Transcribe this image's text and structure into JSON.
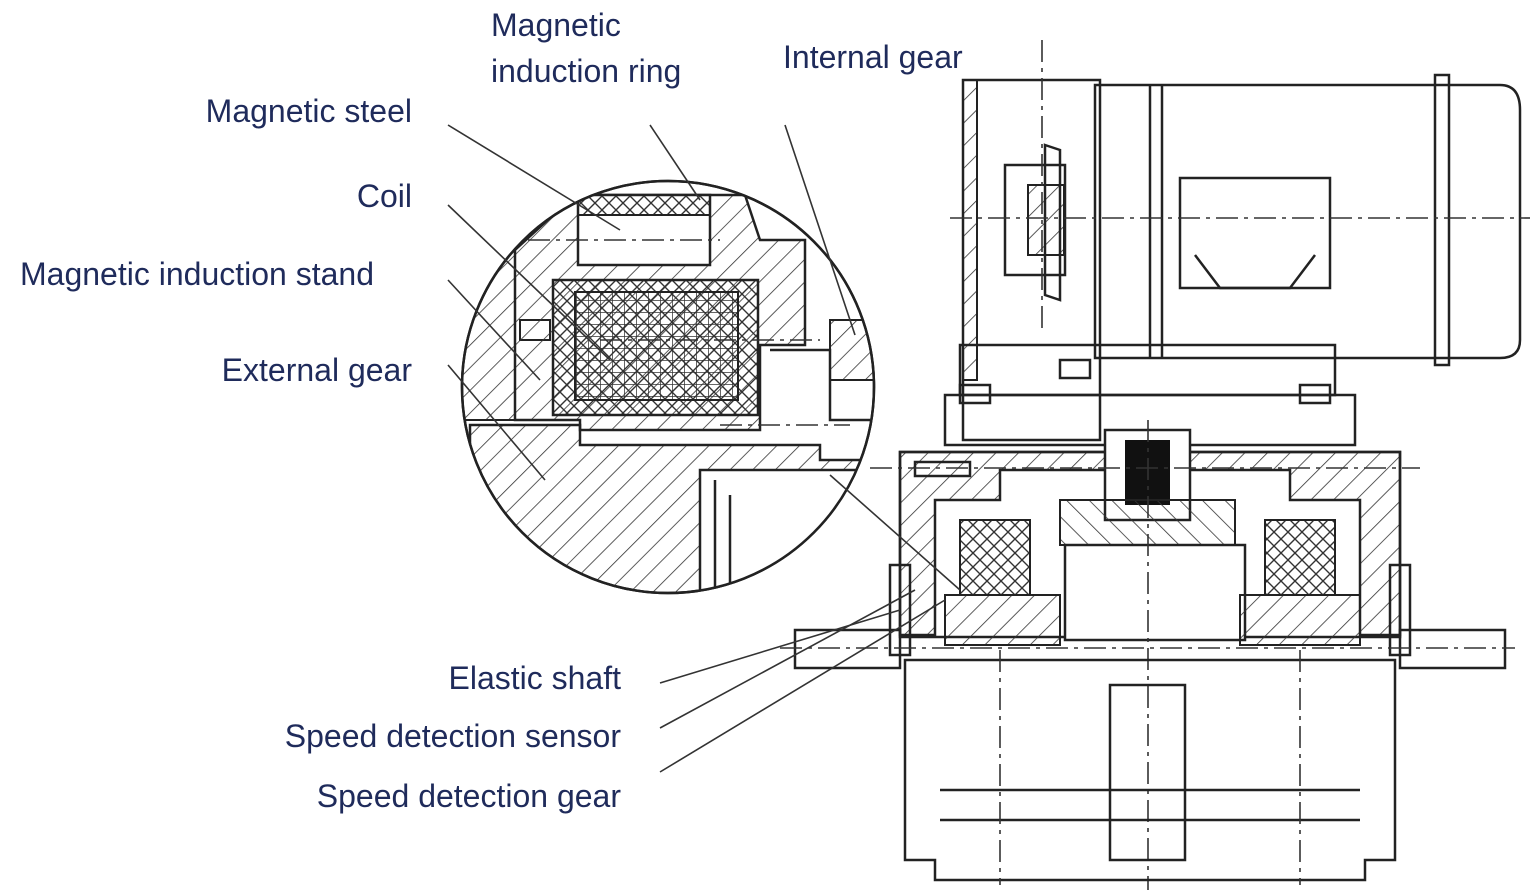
{
  "labels": {
    "magnetic_induction_ring": "Magnetic\ninduction ring",
    "internal_gear": "Internal gear",
    "magnetic_steel": "Magnetic steel",
    "coil": "Coil",
    "magnetic_induction_stand": "Magnetic induction stand",
    "external_gear": "External gear",
    "elastic_shaft": "Elastic shaft",
    "speed_detection_sensor": "Speed detection sensor",
    "speed_detection_gear": "Speed detection gear"
  },
  "colors": {
    "label_text": "#1f2b5b",
    "line": "#222222",
    "background": "#ffffff"
  }
}
